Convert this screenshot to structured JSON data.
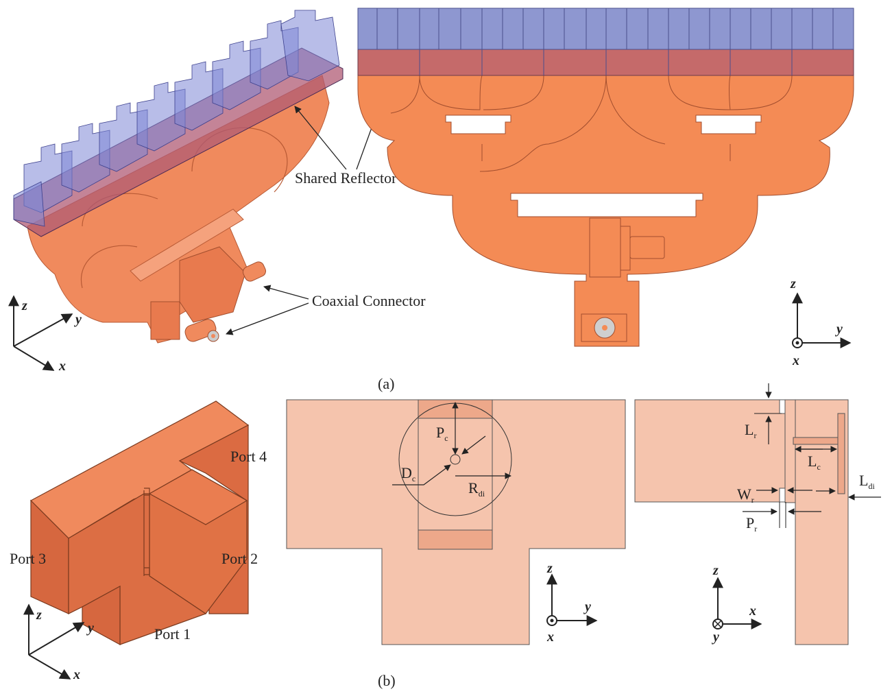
{
  "panel_a": {
    "caption": "(a)",
    "label_shared_reflector": "Shared Reflector",
    "label_coaxial_connector": "Coaxial Connector",
    "axes_left": {
      "z": "z",
      "y": "y",
      "x": "x"
    },
    "axes_right": {
      "z": "z",
      "y": "y",
      "x": "x"
    }
  },
  "panel_b": {
    "caption": "(b)",
    "port1": "Port 1",
    "port2": "Port 2",
    "port3": "Port 3",
    "port4": "Port 4",
    "pc_main": "P",
    "pc_sub": "c",
    "dc_main": "D",
    "dc_sub": "c",
    "rdi_main": "R",
    "rdi_sub": "di",
    "lr_main": "L",
    "lr_sub": "r",
    "lc_main": "L",
    "lc_sub": "c",
    "wr_main": "W",
    "wr_sub": "r",
    "ldi_main": "L",
    "ldi_sub": "di",
    "pr_main": "P",
    "pr_sub": "r",
    "axes_left": {
      "z": "z",
      "y": "y",
      "x": "x"
    },
    "axes_mid": {
      "z": "z",
      "y": "y",
      "x": "x"
    },
    "axes_right": {
      "z": "z",
      "x": "x",
      "y": "y"
    }
  },
  "colors": {
    "copper": "#f08a5d",
    "copper_dark": "#d9683f",
    "copper_light": "#f5c4ad",
    "lens_blue": "#8e97d0",
    "reflector_red": "#c56a6a"
  }
}
